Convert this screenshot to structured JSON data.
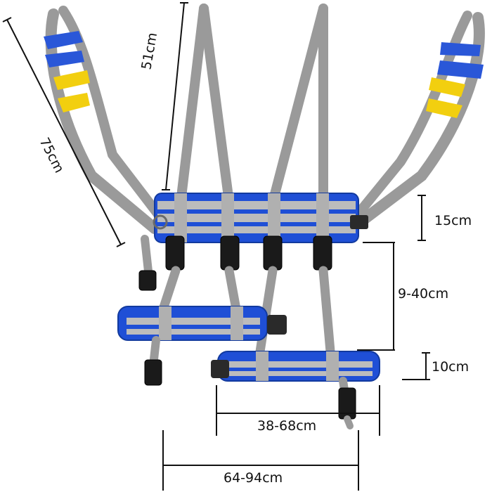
{
  "image": {
    "subject": "blue and gray lift harness with buckles and dimension callouts"
  },
  "dimensions": {
    "arm_length": "75cm",
    "shoulder_strap": "51cm",
    "pad_height": "15cm",
    "drop_length": "9-40cm",
    "leg_pad_height": "10cm",
    "leg_pad_width": "38-68cm",
    "waist_range": "64-94cm"
  },
  "colors": {
    "pad_blue": "#1f4fd6",
    "strap_gray": "#9a9a9a",
    "handle_yellow": "#f2cf0f",
    "buckle_black": "#1a1a1a"
  }
}
